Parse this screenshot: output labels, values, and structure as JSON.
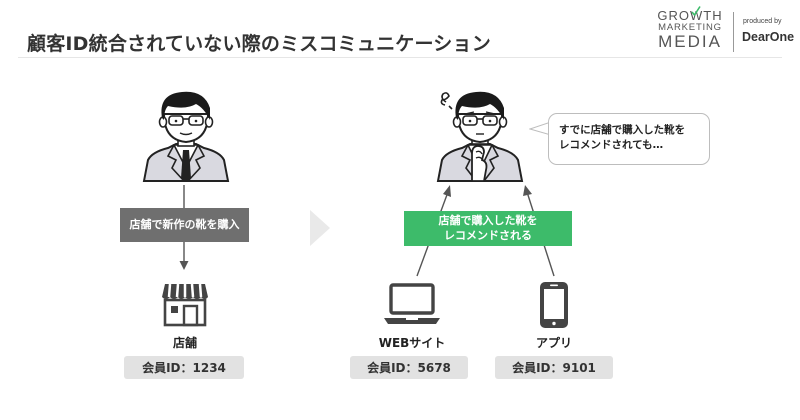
{
  "header": {
    "title": "顧客ID統合されていない際のミスコミュニケーション"
  },
  "logo": {
    "line1": "GROWTH",
    "line2": "MARKETING",
    "line3": "MEDIA",
    "produced_by": "produced by",
    "brand": "DearOne"
  },
  "left_scenario": {
    "person": "customer-smiling",
    "action": "店舗で新作の靴を購入",
    "channel": {
      "icon": "store-icon",
      "label": "店舗",
      "member_id": "会員ID：1234"
    }
  },
  "right_scenario": {
    "person": "customer-confused",
    "speech": {
      "line1": "すでに店舗で購入した靴を",
      "line2": "レコメンドされても…"
    },
    "action": {
      "line1": "店舗で購入した靴を",
      "line2": "レコメンドされる"
    },
    "channels": [
      {
        "icon": "laptop-icon",
        "label": "WEBサイト",
        "member_id": "会員ID：5678"
      },
      {
        "icon": "smartphone-icon",
        "label": "アプリ",
        "member_id": "会員ID：9101"
      }
    ]
  },
  "colors": {
    "title": "#333333",
    "gray_box": "#6f6f6f",
    "green_box": "#3dbb6a",
    "id_badge": "#e2e2e2",
    "icon": "#444444",
    "arrow_chevron": "#e9e9e9"
  }
}
